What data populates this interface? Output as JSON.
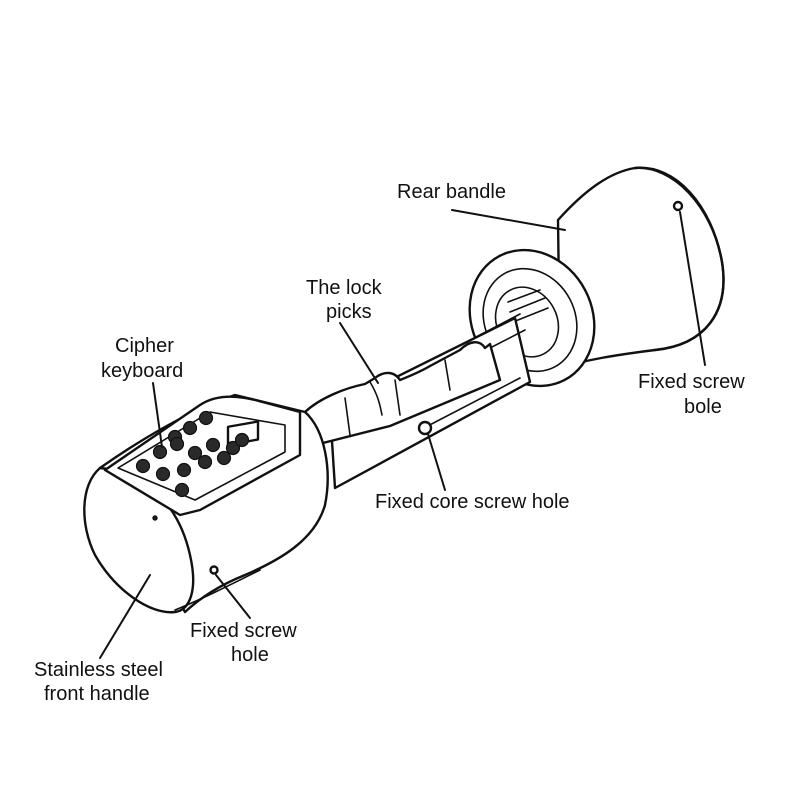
{
  "labels": {
    "rear_handle": "Rear bandle",
    "lock_picks_1": "The lock",
    "lock_picks_2": "picks",
    "cipher_keyboard_1": "Cipher",
    "cipher_keyboard_2": "keyboard",
    "fixed_screw_bole_1": "Fixed screw",
    "fixed_screw_bole_2": "bole",
    "fixed_core_screw_hole": "Fixed core screw hole",
    "fixed_screw_hole_1": "Fixed screw",
    "fixed_screw_hole_2": "hole",
    "front_handle_1": "Stainless steel",
    "front_handle_2": "front  handle"
  },
  "colors": {
    "line": "#111111",
    "background": "#ffffff"
  }
}
